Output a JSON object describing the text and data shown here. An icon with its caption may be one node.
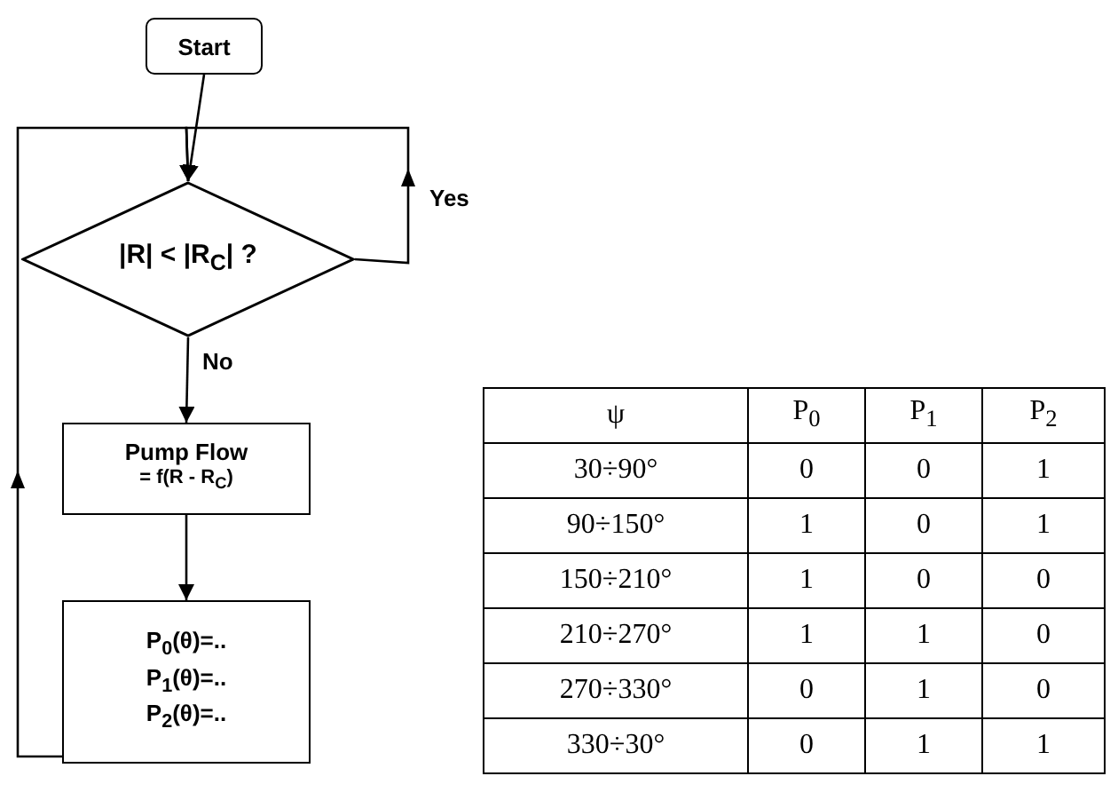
{
  "diagram": {
    "nodes": [
      {
        "text": [
          "Start"
        ]
      },
      {
        "text": [
          "|R| < |R$_{C}$| ?"
        ]
      },
      {
        "text": [
          "Pump Flow",
          "= f(R - R$_{C}$)"
        ]
      },
      {
        "text": [
          "P$_{0}$(θ)=..",
          "P$_{1}$(θ)=..",
          "P$_{2}$(θ)=.."
        ]
      }
    ],
    "edges": [
      {
        "from": 0,
        "to": 1,
        "arrow": "to"
      },
      {
        "from": 1,
        "to": 1,
        "arrow": "to",
        "label": "Yes"
      },
      {
        "from": 1,
        "to": 2,
        "arrow": "to",
        "label": "No"
      },
      {
        "from": 2,
        "to": 3,
        "arrow": "to"
      },
      {
        "from": 3,
        "to": 1,
        "arrow": "to"
      }
    ],
    "labels": [
      "ψ",
      "P$_{0}$",
      "P$_{1}$",
      "P$_{2}$",
      "30÷90°",
      "0",
      "0",
      "1",
      "90÷150°",
      "1",
      "0",
      "1",
      "150÷210°",
      "1",
      "0",
      "0",
      "210÷270°",
      "1",
      "1",
      "0",
      "270÷330°",
      "0",
      "1",
      "0",
      "330÷30°",
      "0",
      "1",
      "1"
    ]
  }
}
